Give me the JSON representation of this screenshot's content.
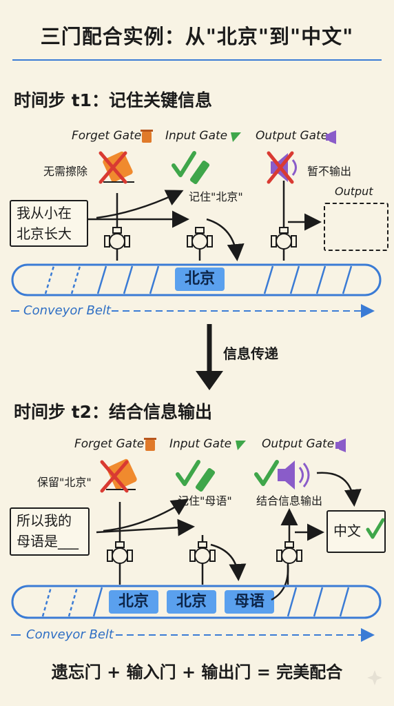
{
  "title": "三门配合实例：从\"北京\"到\"中文\"",
  "step1": {
    "title": "时间步 t1：记住关键信息",
    "gates": {
      "forget": "Forget Gate",
      "input": "Input Gate",
      "output": "Output Gate"
    },
    "forget_note": "无需擦除",
    "input_note": "记住\"北京\"",
    "output_note": "暂不输出",
    "input_text": [
      "我从小在",
      "北京长大"
    ],
    "output_label": "Output",
    "belt_tag": "北京",
    "belt_label": "Conveyor Belt"
  },
  "transfer_label": "信息传递",
  "step2": {
    "title": "时间步 t2：结合信息输出",
    "gates": {
      "forget": "Forget Gate",
      "input": "Input Gate",
      "output": "Output Gate"
    },
    "forget_note": "保留\"北京\"",
    "input_note": "记住\"母语\"",
    "output_note": "结合信息输出",
    "input_text": [
      "所以我的",
      "母语是___"
    ],
    "output_text": "中文",
    "belt_tags": [
      "北京",
      "北京",
      "母语"
    ],
    "belt_label": "Conveyor Belt"
  },
  "footer": "遗忘门 + 输入门 + 输出门 = 完美配合",
  "colors": {
    "accent_blue": "#3a7bd5",
    "belt_fill": "#5aa0ee",
    "check_green": "#3fa64a",
    "cross_red": "#d93a32",
    "speaker_purple": "#8a5cc9",
    "eraser_orange": "#f08a2e"
  }
}
